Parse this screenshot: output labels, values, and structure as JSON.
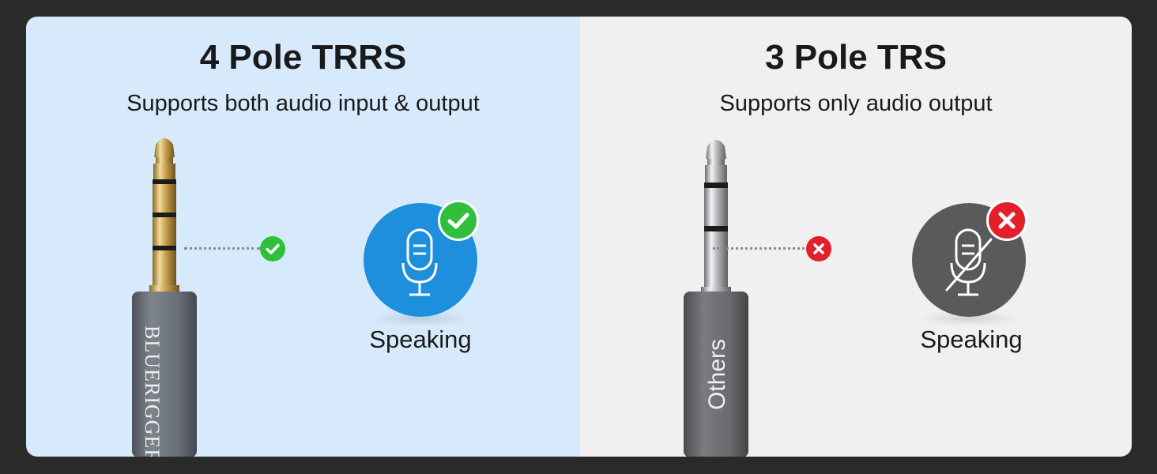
{
  "left_panel": {
    "title": "4 Pole TRRS",
    "subtitle": "Supports both audio input & output",
    "brand": "BLUERIGGER",
    "caption": "Speaking",
    "status": "supported",
    "status_icon": "check-icon",
    "accent_color": "#2fbf3a",
    "mic_color": "#1d8fdc"
  },
  "right_panel": {
    "title": "3 Pole TRS",
    "subtitle": "Supports only audio output",
    "brand": "Others",
    "caption": "Speaking",
    "status": "unsupported",
    "status_icon": "cross-icon",
    "accent_color": "#e21f2b",
    "mic_color": "#5a5a5a"
  }
}
